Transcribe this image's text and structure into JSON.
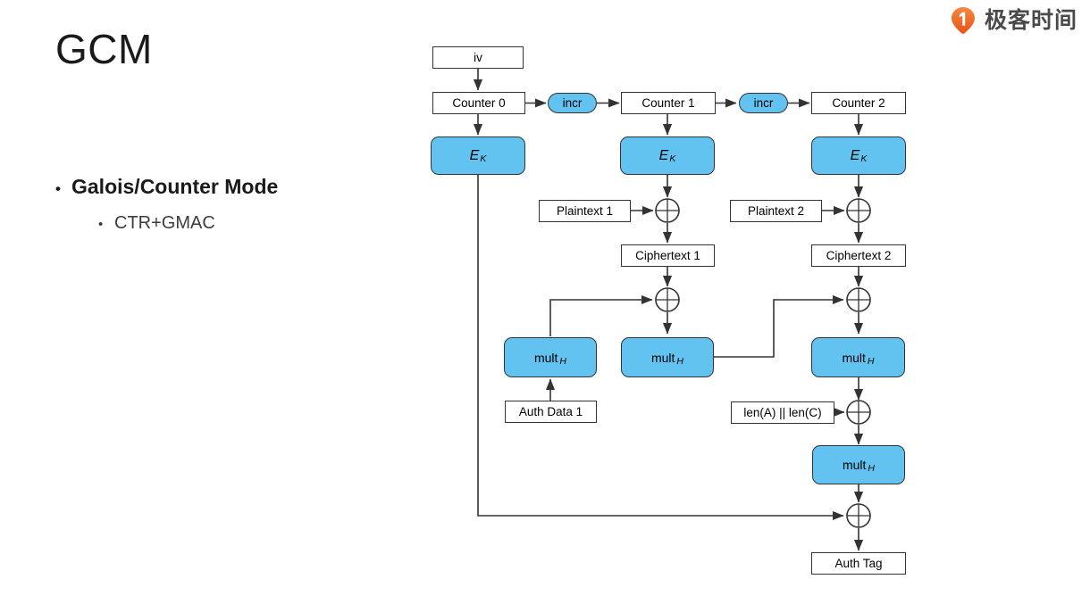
{
  "slide": {
    "title": "GCM",
    "bullets": [
      {
        "level": 1,
        "text": "Galois/Counter Mode"
      },
      {
        "level": 2,
        "text": "CTR+GMAC"
      }
    ]
  },
  "brand": {
    "name": "极客时间",
    "mark_icon": "geektime-pin-icon",
    "mark_color": "#ef6a1e",
    "text_color": "#4a4a4a"
  },
  "diagram": {
    "title": "GCM block diagram",
    "accent_color": "#62c3f0",
    "stroke_color": "#333333",
    "nodes": {
      "iv": "iv",
      "counter0": "Counter 0",
      "counter1": "Counter 1",
      "counter2": "Counter 2",
      "incr1": "incr",
      "incr2": "incr",
      "ek0": "E",
      "ek0_sub": "K",
      "ek1": "E",
      "ek1_sub": "K",
      "ek2": "E",
      "ek2_sub": "K",
      "plaintext1": "Plaintext 1",
      "plaintext2": "Plaintext 2",
      "ciphertext1": "Ciphertext 1",
      "ciphertext2": "Ciphertext 2",
      "mult1": "mult",
      "mult1_sub": "H",
      "mult2": "mult",
      "mult2_sub": "H",
      "mult3": "mult",
      "mult3_sub": "H",
      "mult4": "mult",
      "mult4_sub": "H",
      "authdata1": "Auth Data 1",
      "lens": "len(A) || len(C)",
      "authtag": "Auth Tag"
    },
    "operators": [
      {
        "name": "xor-plaintext-1",
        "symbol": "xor"
      },
      {
        "name": "xor-plaintext-2",
        "symbol": "xor"
      },
      {
        "name": "xor-ciphertext-1",
        "symbol": "xor"
      },
      {
        "name": "xor-ciphertext-2",
        "symbol": "xor"
      },
      {
        "name": "xor-lens",
        "symbol": "xor"
      },
      {
        "name": "xor-final-tag",
        "symbol": "xor"
      }
    ]
  }
}
